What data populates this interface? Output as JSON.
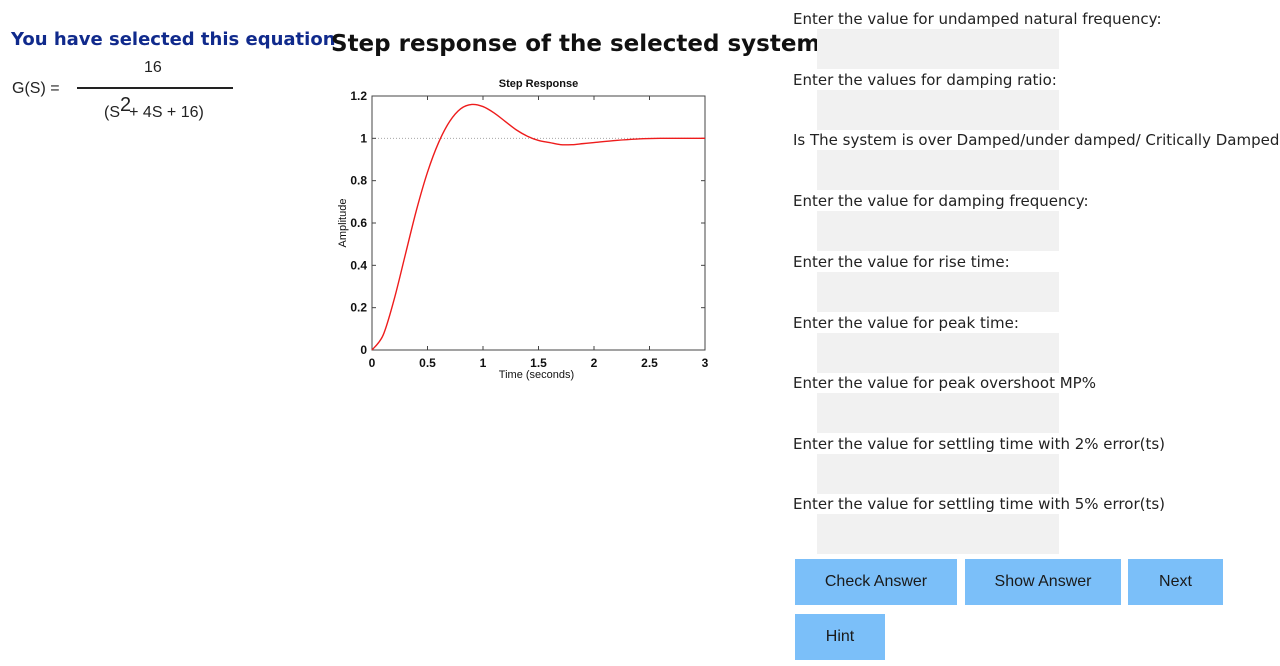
{
  "left": {
    "title": "You have selected this equation",
    "equation": {
      "lhs": "G(S) =",
      "numerator": "16",
      "den_prefix": "(S",
      "den_exp": "2",
      "den_suffix": "+ 4S + 16)"
    }
  },
  "middle": {
    "title": "Step response of the selected system is:"
  },
  "chart_data": {
    "type": "line",
    "title": "Step Response",
    "xlabel": "Time (seconds)",
    "ylabel": "Amplitude",
    "xlim": [
      0,
      3
    ],
    "ylim": [
      0,
      1.2
    ],
    "xticks": [
      "0",
      "0.5",
      "1",
      "1.5",
      "2",
      "2.5",
      "3"
    ],
    "yticks": [
      "0",
      "0.2",
      "0.4",
      "0.6",
      "0.8",
      "1",
      "1.2"
    ],
    "reference_line": 1,
    "series": [
      {
        "color": "#ee1c1c",
        "x": [
          0,
          0.1,
          0.2,
          0.3,
          0.4,
          0.5,
          0.6,
          0.7,
          0.8,
          0.9,
          1.0,
          1.1,
          1.2,
          1.3,
          1.4,
          1.5,
          1.6,
          1.7,
          1.8,
          1.9,
          2.0,
          2.2,
          2.4,
          2.6,
          2.8,
          3.0
        ],
        "y": [
          0,
          0.07,
          0.24,
          0.45,
          0.66,
          0.84,
          0.98,
          1.08,
          1.14,
          1.16,
          1.15,
          1.12,
          1.08,
          1.04,
          1.01,
          0.99,
          0.98,
          0.97,
          0.97,
          0.975,
          0.98,
          0.99,
          0.997,
          1.0,
          1.0,
          1.0
        ]
      }
    ],
    "grid": false
  },
  "form": {
    "fields": [
      {
        "label": "Enter the value for undamped natural frequency:",
        "value": ""
      },
      {
        "label": "Enter the values for damping ratio:",
        "value": ""
      },
      {
        "label": "Is The system is over Damped/under damped/ Critically Damped ?",
        "value": ""
      },
      {
        "label": "Enter the value for damping frequency:",
        "value": ""
      },
      {
        "label": "Enter the value for rise time:",
        "value": ""
      },
      {
        "label": "Enter the value for peak time:",
        "value": ""
      },
      {
        "label": "Enter the value for peak overshoot MP%",
        "value": ""
      },
      {
        "label": "Enter the value for settling time with 2% error(ts)",
        "value": ""
      },
      {
        "label": "Enter the value for settling time with 5% error(ts)",
        "value": ""
      }
    ],
    "buttons": {
      "check": "Check Answer",
      "show": "Show Answer",
      "next": "Next",
      "hint": "Hint"
    },
    "button_color": "#7bbff9"
  }
}
